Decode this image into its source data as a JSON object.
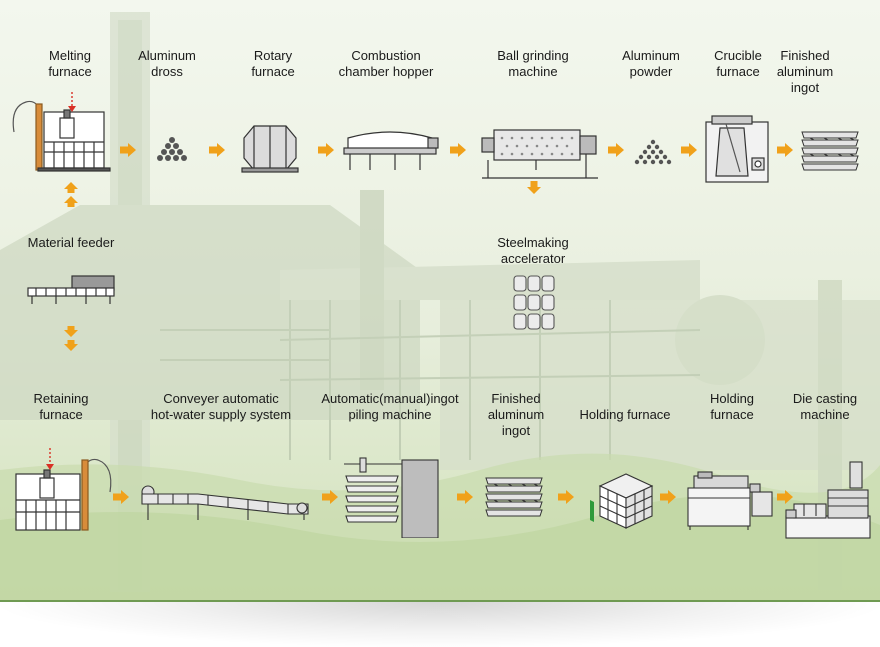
{
  "colors": {
    "arrow": "#f0a11a",
    "machine_stroke": "#333333",
    "pointer": "#d93025",
    "background": "#eef3e6",
    "frame": "#6f9a52"
  },
  "steps": {
    "melting_furnace": "Melting\nfurnace",
    "aluminum_dross": "Aluminum\ndross",
    "rotary_furnace": "Rotary\nfurnace",
    "combustion_chamber_hopper": "Combustion\nchamber hopper",
    "ball_grinding_machine": "Ball grinding\nmachine",
    "aluminum_powder": "Aluminum\npowder",
    "crucible_furnace": "Crucible\nfurnace",
    "finished_aluminum_ingot_top": "Finished\naluminum\ningot",
    "material_feeder": "Material feeder",
    "steelmaking_accelerator": "Steelmaking\naccelerator",
    "retaining_furnace": "Retaining\nfurnace",
    "conveyer_hot_water": "Conveyer automatic\nhot-water supply system",
    "ingot_piling_machine": "Automatic(manual)ingot\npiling machine",
    "finished_aluminum_ingot_bottom": "Finished\naluminum\ningot",
    "holding_furnace_cube": "Holding furnace",
    "holding_furnace": "Holding\nfurnace",
    "die_casting_machine": "Die casting\nmachine"
  }
}
